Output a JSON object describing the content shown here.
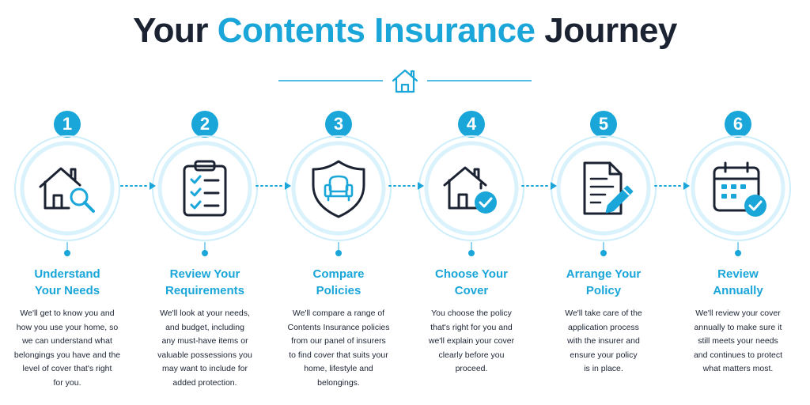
{
  "title": {
    "part1": "Your ",
    "accent": "Contents Insurance",
    "part2": " Journey"
  },
  "divider_icon": "house-outline-icon",
  "colors": {
    "accent": "#1aa6d9",
    "text": "#1b2333",
    "ring": "#cdeefa"
  },
  "steps": [
    {
      "number": "1",
      "icon": "house-magnifier-icon",
      "title": [
        "Understand",
        "Your Needs"
      ],
      "desc": [
        "We'll get to know you and",
        "how you use your home, so",
        "we can understand what",
        "belongings you have and the",
        "level of cover that's right",
        "for you."
      ]
    },
    {
      "number": "2",
      "icon": "clipboard-checklist-icon",
      "title": [
        "Review Your",
        "Requirements"
      ],
      "desc": [
        "We'll look at your needs,",
        "and budget, including",
        "any must-have items or",
        "valuable possessions you",
        "may want to include for",
        "added protection."
      ]
    },
    {
      "number": "3",
      "icon": "shield-armchair-icon",
      "title": [
        "Compare",
        "Policies"
      ],
      "desc": [
        "We'll compare a range of",
        "Contents Insurance policies",
        "from our panel of insurers",
        "to find cover that suits your",
        "home, lifestyle and",
        "belongings."
      ]
    },
    {
      "number": "4",
      "icon": "house-check-icon",
      "title": [
        "Choose Your",
        "Cover"
      ],
      "desc": [
        "You choose the policy",
        "that's right for you and",
        "we'll explain your cover",
        "clearly before you",
        "proceed."
      ]
    },
    {
      "number": "5",
      "icon": "document-pen-icon",
      "title": [
        "Arrange Your",
        "Policy"
      ],
      "desc": [
        "We'll take care of the",
        "application process",
        "with the insurer and",
        "ensure your policy",
        "is in place."
      ]
    },
    {
      "number": "6",
      "icon": "calendar-check-icon",
      "title": [
        "Review",
        "Annually"
      ],
      "desc": [
        "We'll review your cover",
        "annually to make sure it",
        "still meets your needs",
        "and continues to protect",
        "what matters most."
      ]
    }
  ]
}
